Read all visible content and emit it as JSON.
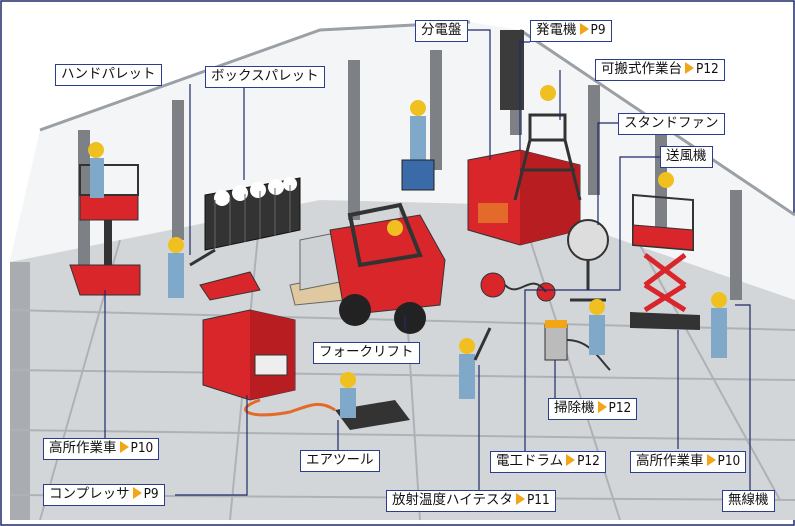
{
  "labels": {
    "hand_pallet": {
      "text": "ハンドパレット"
    },
    "box_pallet": {
      "text": "ボックスパレット"
    },
    "distribution_board": {
      "text": "分電盤"
    },
    "generator": {
      "text": "発電機",
      "page": "P9"
    },
    "portable_workbench": {
      "text": "可搬式作業台",
      "page": "P12"
    },
    "stand_fan": {
      "text": "スタンドファン"
    },
    "blower": {
      "text": "送風機"
    },
    "forklift": {
      "text": "フォークリフト"
    },
    "vacuum_cleaner": {
      "text": "掃除機",
      "page": "P12"
    },
    "aerial_work_platform_left": {
      "text": "高所作業車",
      "page": "P10"
    },
    "air_tool": {
      "text": "エアツール"
    },
    "electric_drum": {
      "text": "電工ドラム",
      "page": "P12"
    },
    "aerial_work_platform_right": {
      "text": "高所作業車",
      "page": "P10"
    },
    "compressor": {
      "text": "コンプレッサ",
      "page": "P9"
    },
    "radiation_thermometer": {
      "text": "放射温度ハイテスタ",
      "page": "P11"
    },
    "radio": {
      "text": "無線機"
    }
  },
  "colors": {
    "label_border": "#2a3d8f",
    "page_marker": "#f2a516",
    "equipment_red": "#d9262b",
    "floor": "#d3d6d9",
    "frame": "#1f2a6b"
  }
}
